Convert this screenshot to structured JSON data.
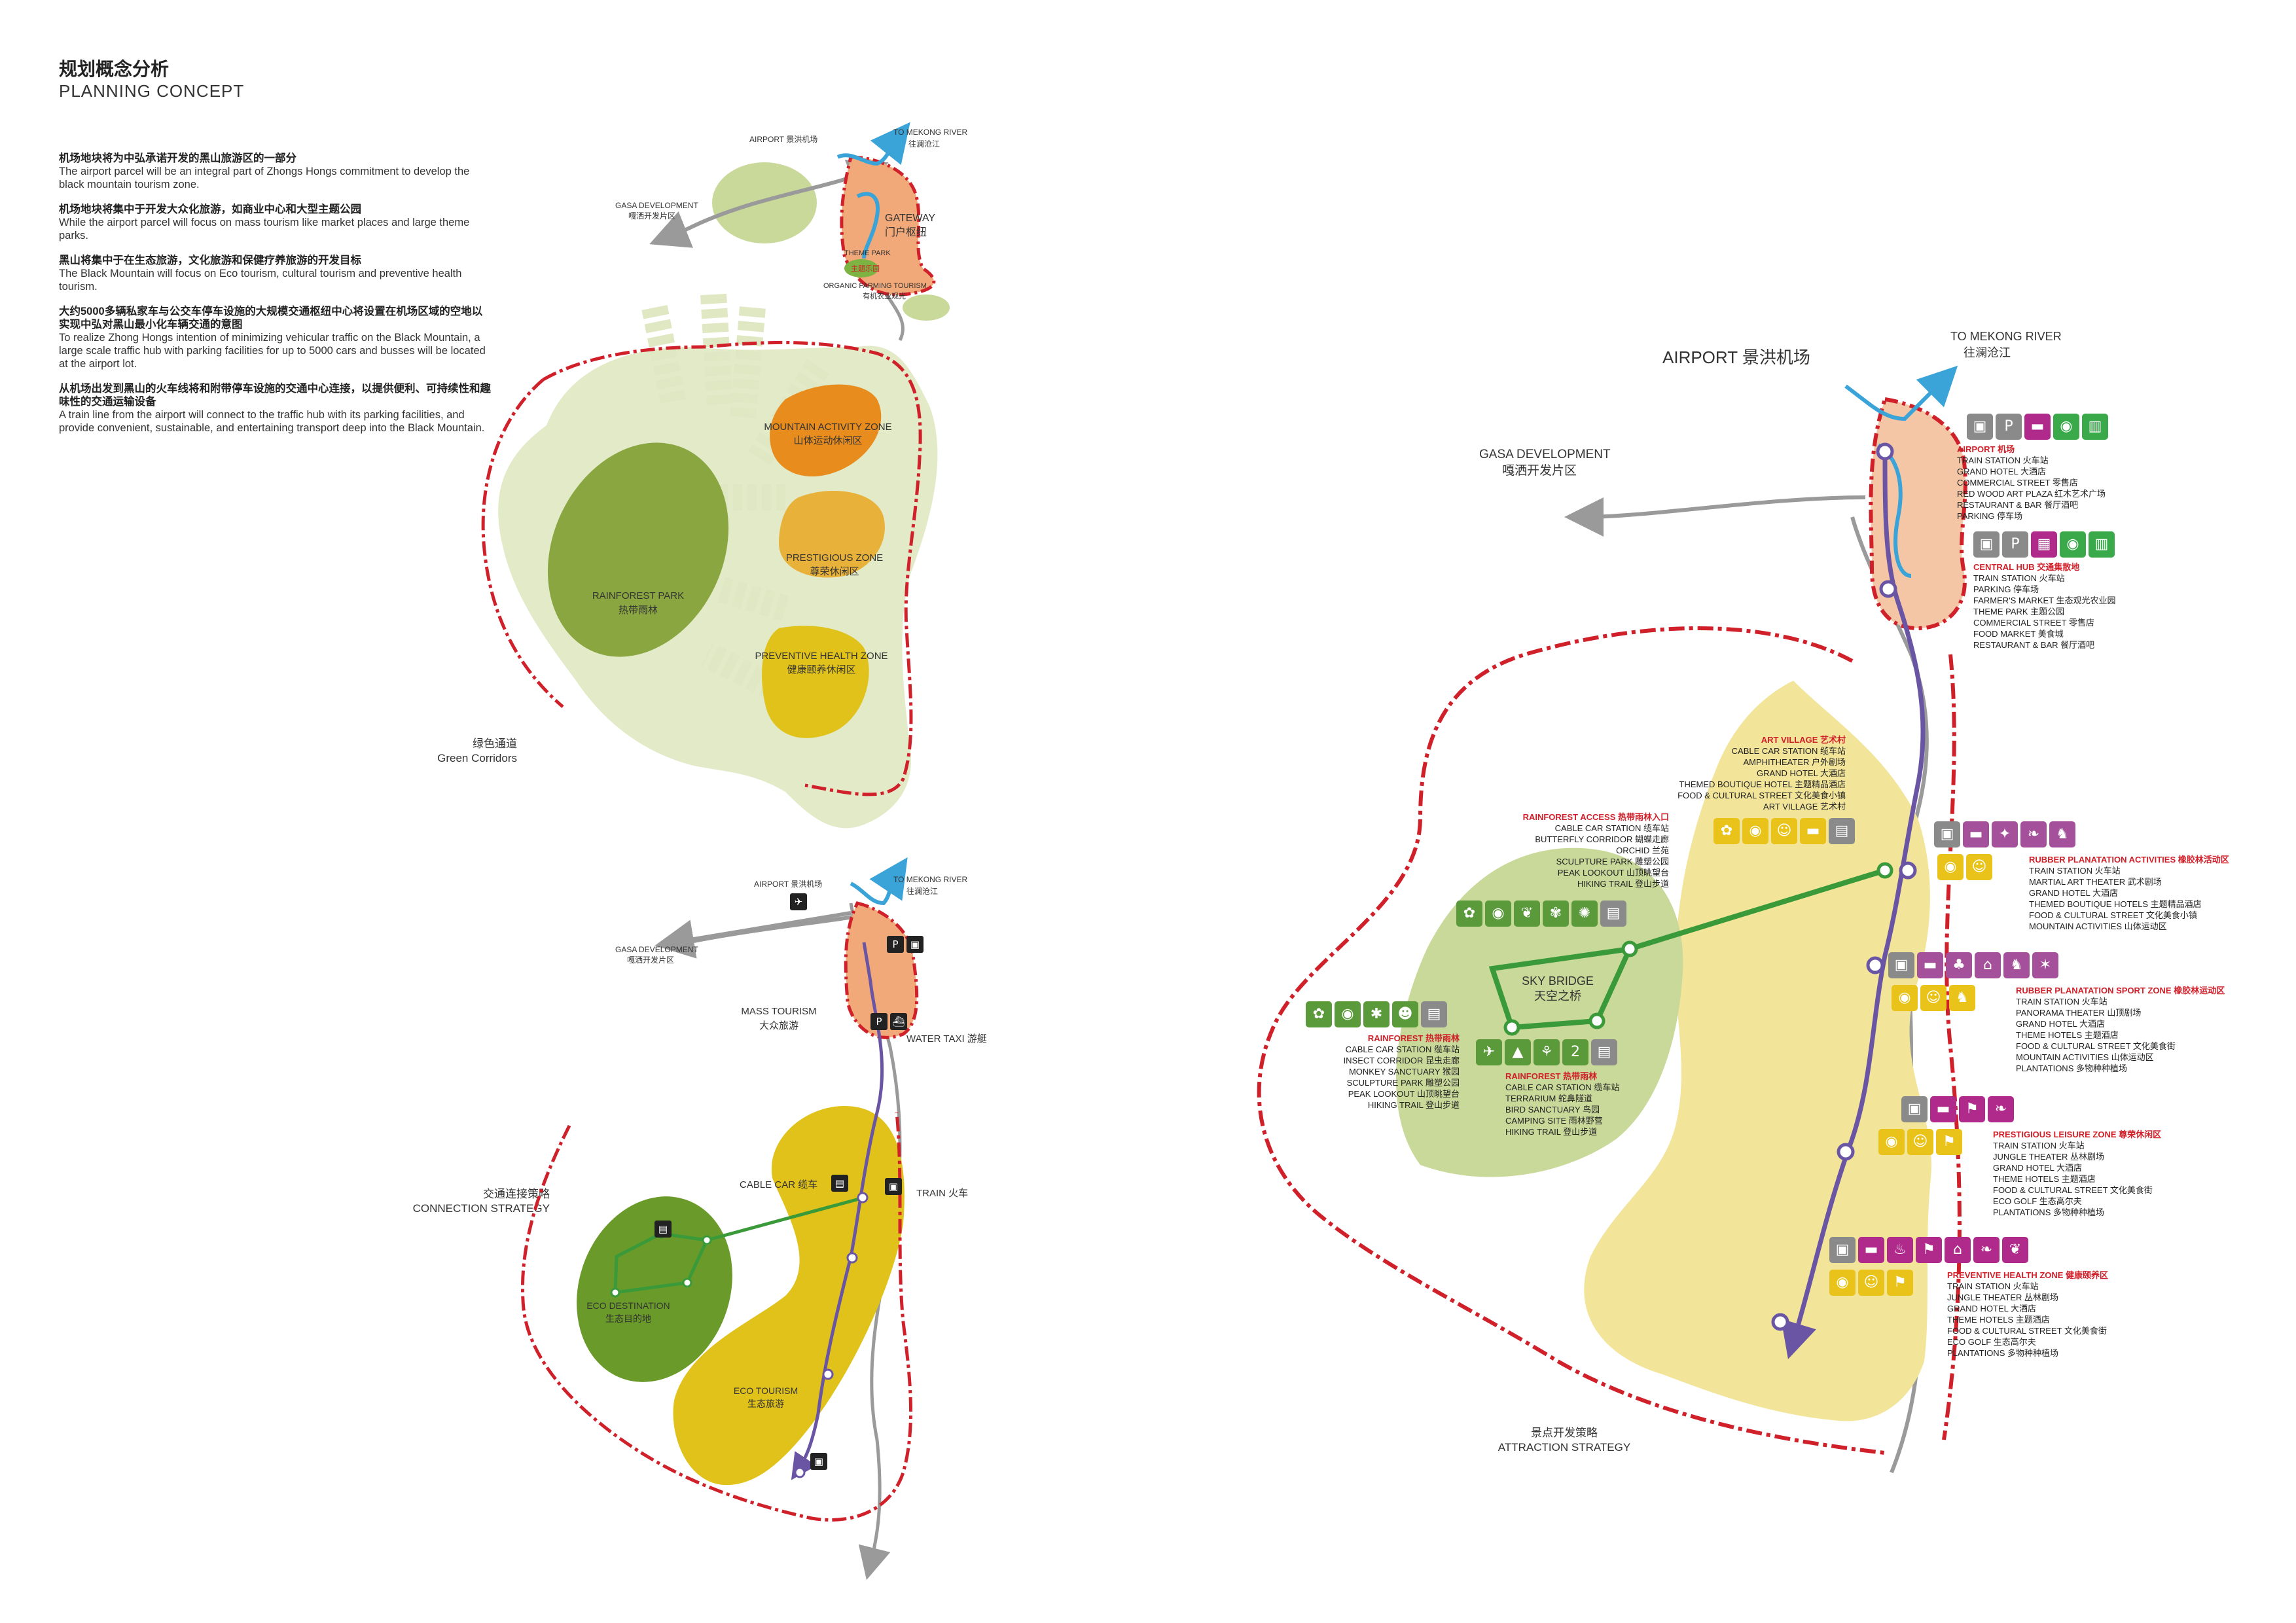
{
  "title": {
    "cn": "规划概念分析",
    "en": "PLANNING CONCEPT"
  },
  "intro": [
    {
      "cn": "机场地块将为中弘承诺开发的黑山旅游区的一部分",
      "en": "The airport parcel will be an integral part of Zhongs Hongs commitment to develop the black mountain tourism zone."
    },
    {
      "cn": "机场地块将集中于开发大众化旅游，如商业中心和大型主题公园",
      "en": "While the airport parcel will focus on mass tourism like market places and large theme parks."
    },
    {
      "cn": "黑山将集中于在生态旅游，文化旅游和保健疗养旅游的开发目标",
      "en": "The Black Mountain will focus on Eco tourism, cultural tourism and preventive health tourism."
    },
    {
      "cn": "大约5000多辆私家车与公交车停车设施的大规模交通枢纽中心将设置在机场区域的空地以实现中弘对黑山最小化车辆交通的意图",
      "en": "To realize Zhong Hongs intention of minimizing vehicular traffic on the Black Mountain, a large scale traffic hub with parking facilities for up to 5000 cars and busses will be located at the airport lot."
    },
    {
      "cn": "从机场出发到黑山的火车线将和附带停车设施的交通中心连接，以提供便利、可持续性和趣味性的交通运输设备",
      "en": "A train line from the airport will connect to the traffic hub with its parking facilities, and provide convenient, sustainable, and entertaining transport deep into the Black Mountain."
    }
  ],
  "map1": {
    "airport": "AIRPORT 景洪机场",
    "river": "TO MEKONG RIVER",
    "river_cn": "往澜沧江",
    "gasa": "GASA DEVELOPMENT",
    "gasa_cn": "嘎洒开发片区",
    "gateway": "GATEWAY",
    "gateway_cn": "门户枢纽",
    "theme_park": "THEME PARK",
    "theme_park_cn": "主题乐园",
    "organic": "ORGANIC FARMING TOURISM",
    "organic_cn": "有机农业观光"
  },
  "map2": {
    "rainforest": "RAINFOREST PARK",
    "rainforest_cn": "热带雨林",
    "mountain": "MOUNTAIN ACTIVITY ZONE",
    "mountain_cn": "山体运动休闲区",
    "prestigious": "PRESTIGIOUS ZONE",
    "prestigious_cn": "尊荣休闲区",
    "preventive": "PREVENTIVE HEALTH ZONE",
    "preventive_cn": "健康颐养休闲区",
    "caption_cn": "绿色通道",
    "caption_en": "Green Corridors"
  },
  "map3": {
    "airport": "AIRPORT 景洪机场",
    "river": "TO MEKONG RIVER",
    "river_cn": "往澜沧江",
    "gasa": "GASA DEVELOPMENT",
    "gasa_cn": "嘎洒开发片区",
    "mass": "MASS TOURISM",
    "mass_cn": "大众旅游",
    "water_taxi": "WATER TAXI 游艇",
    "cable_car": "CABLE CAR 缆车",
    "train": "TRAIN 火车",
    "eco_dest": "ECO DESTINATION",
    "eco_dest_cn": "生态目的地",
    "eco_tour": "ECO TOURISM",
    "eco_tour_cn": "生态旅游",
    "caption_cn": "交通连接策略",
    "caption_en": "CONNECTION STRATEGY"
  },
  "map4": {
    "airport": "AIRPORT 景洪机场",
    "river": "TO MEKONG RIVER",
    "river_cn": "往澜沧江",
    "gasa": "GASA DEVELOPMENT",
    "gasa_cn": "嘎洒开发片区",
    "sky_bridge": "SKY BRIDGE",
    "sky_bridge_cn": "天空之桥",
    "caption_cn": "景点开发策略",
    "caption_en": "ATTRACTION STRATEGY",
    "zones": {
      "airport_zone": {
        "head": "AIRPORT 机场",
        "items": [
          "TRAIN STATION 火车站",
          "GRAND HOTEL 大酒店",
          "COMMERCIAL STREET 零售店",
          "RED WOOD ART PLAZA 红木艺术广场",
          "RESTAURANT & BAR 餐厅酒吧",
          "PARKING 停车场"
        ]
      },
      "central_hub": {
        "head": "CENTRAL HUB 交通集散地",
        "items": [
          "TRAIN STATION 火车站",
          "PARKING 停车场",
          "FARMER'S MARKET 生态观光农业园",
          "THEME PARK 主题公园",
          "COMMERCIAL STREET 零售店",
          "FOOD MARKET 美食城",
          "RESTAURANT & BAR 餐厅酒吧"
        ]
      },
      "art_village": {
        "head": "ART VILLAGE 艺术村",
        "items": [
          "CABLE CAR STATION 缆车站",
          "AMPHITHEATER 户外剧场",
          "GRAND HOTEL 大酒店",
          "THEMED BOUTIQUE HOTEL 主题精品酒店",
          "FOOD & CULTURAL STREET 文化美食小镇",
          "ART VILLAGE 艺术村"
        ]
      },
      "rainforest_access": {
        "head": "RAINFOREST ACCESS 热带雨林入口",
        "items": [
          "CABLE CAR STATION 缆车站",
          "BUTTERFLY CORRIDOR 蝴蝶走廊",
          "ORCHID 兰苑",
          "SCULPTURE PARK 雕塑公园",
          "PEAK LOOKOUT 山顶眺望台",
          "HIKING TRAIL 登山步道"
        ]
      },
      "rubber_activities": {
        "head": "RUBBER PLANATATION ACTIVITIES 橡胶林活动区",
        "items": [
          "TRAIN STATION 火车站",
          "MARTIAL ART THEATER 武术剧场",
          "GRAND HOTEL 大酒店",
          "THEMED BOUTIQUE HOTELS 主题精品酒店",
          "FOOD & CULTURAL STREET 文化美食小镇",
          "MOUNTAIN ACTIVITIES 山体运动区"
        ]
      },
      "rubber_sport": {
        "head": "RUBBER PLANATATION SPORT ZONE 橡胶林运动区",
        "items": [
          "TRAIN STATION 火车站",
          "PANORAMA THEATER 山顶剧场",
          "GRAND HOTEL 大酒店",
          "THEME HOTELS 主题酒店",
          "FOOD & CULTURAL STREET 文化美食街",
          "MOUNTAIN ACTIVITIES 山体运动区",
          "PLANTATIONS 多物种种植场"
        ]
      },
      "rainforest_west": {
        "head": "RAINFOREST 热带雨林",
        "items": [
          "CABLE CAR STATION 缆车站",
          "INSECT CORRIDOR 昆虫走廊",
          "MONKEY SANCTUARY 猴园",
          "SCULPTURE PARK 雕塑公园",
          "PEAK LOOKOUT 山顶眺望台",
          "HIKING TRAIL 登山步道"
        ]
      },
      "rainforest_south": {
        "head": "RAINFOREST 热带雨林",
        "items": [
          "CABLE CAR STATION 缆车站",
          "TERRARIUM 蛇鼻隧道",
          "BIRD SANCTUARY 鸟园",
          "CAMPING SITE 雨林野营",
          "HIKING TRAIL 登山步道"
        ]
      },
      "prestigious": {
        "head": "PRESTIGIOUS LEISURE ZONE 尊荣休闲区",
        "items": [
          "TRAIN STATION 火车站",
          "JUNGLE THEATER 丛林剧场",
          "GRAND HOTEL 大酒店",
          "THEME HOTELS 主题酒店",
          "FOOD & CULTURAL STREET 文化美食街",
          "ECO GOLF 生态高尔夫",
          "PLANTATIONS 多物种种植场"
        ]
      },
      "preventive": {
        "head": "PREVENTIVE HEALTH ZONE 健康颐养区",
        "items": [
          "TRAIN STATION 火车站",
          "JUNGLE THEATER 丛林剧场",
          "GRAND HOTEL 大酒店",
          "THEME HOTELS 主题酒店",
          "FOOD & CULTURAL STREET 文化美食街",
          "ECO GOLF 生态高尔夫",
          "PLANTATIONS 多物种种植场"
        ]
      }
    }
  },
  "icons": {
    "airport_zone": [
      "train-icon",
      "parking-icon",
      "hotel-icon",
      "dining-icon",
      "shopping-icon"
    ],
    "central_hub": [
      "train-icon",
      "parking-icon",
      "market-icon",
      "dining-icon",
      "shopping-icon"
    ],
    "art_village": [
      "art-icon",
      "dining-icon",
      "theater-icon",
      "hotel-icon",
      "cable-car-icon"
    ],
    "rainforest_access": [
      "art-icon",
      "dining-icon",
      "butterfly-icon",
      "flower-icon",
      "lookout-icon",
      "cable-car-icon"
    ],
    "rubber_activities": [
      "train-icon",
      "hotel-icon",
      "martial-icon",
      "leaf-icon",
      "elephant-icon",
      "dining-icon"
    ],
    "rubber_sport": [
      "train-icon",
      "hotel-icon",
      "tree-icon",
      "temple-icon",
      "animal-icon",
      "culture-icon"
    ]
  },
  "colors": {
    "red": "#d0202a",
    "purple": "#6a55a5",
    "green": "#3a9a3a",
    "yellow": "#e8c52a",
    "orange": "#e88c1e",
    "olive": "#8aa640",
    "lightgreen": "#c9d99a",
    "blue": "#3aa4d8"
  }
}
